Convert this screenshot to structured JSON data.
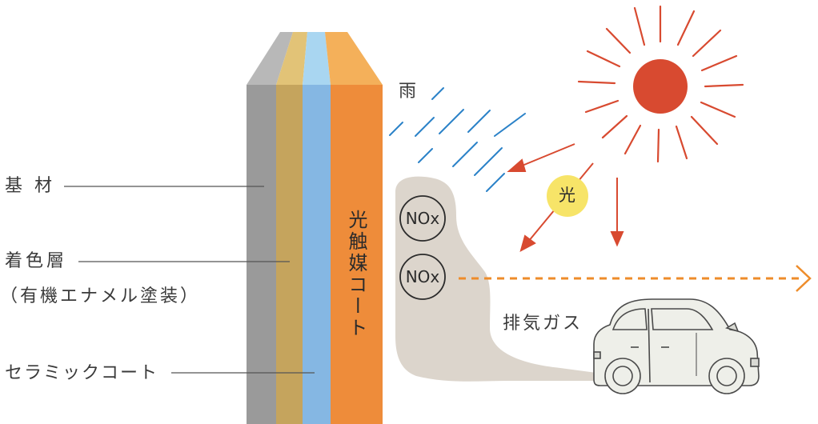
{
  "labels": {
    "substrate": "基 材",
    "color_layer": "着色層",
    "color_layer_note": "（有機エナメル塗装）",
    "ceramic_coat": "セラミックコート",
    "photocatalyst_coat": "光触媒コート",
    "rain": "雨",
    "light": "光",
    "nox_1": "NOx",
    "nox_2": "NOx",
    "exhaust": "排気ガス"
  },
  "colors": {
    "substrate": "#9a9a9a",
    "color_layer": "#c5a45d",
    "ceramic_coat": "#85b7e3",
    "photocatalyst_coat": "#ee8c3a",
    "sun": "#d84a30",
    "rain": "#2b82c8",
    "light_badge": "#f7e468",
    "exhaust_cloud": "#dcd5cc",
    "nox_arrow": "#ee8c2a",
    "car_body": "#eeefe9"
  },
  "icons": {
    "sun": "sun-icon",
    "car": "car-icon",
    "rain": "rain-icon"
  }
}
